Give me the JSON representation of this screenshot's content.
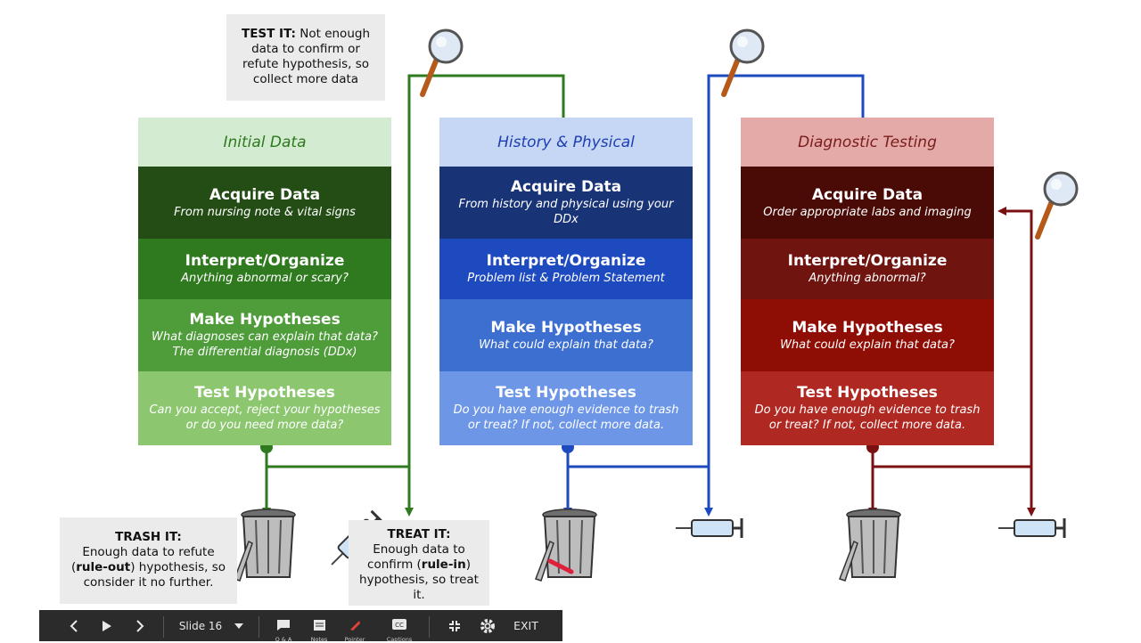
{
  "columns": [
    {
      "title": "Initial Data",
      "blocks": [
        {
          "heading": "Acquire Data",
          "sub": "From nursing note & vital signs"
        },
        {
          "heading": "Interpret/Organize",
          "sub": "Anything abnormal or scary?"
        },
        {
          "heading": "Make Hypotheses",
          "sub": "What diagnoses can  explain that data? The differential diagnosis (DDx)"
        },
        {
          "heading": "Test Hypotheses",
          "sub": "Can you accept, reject your hypotheses or do you need more data?"
        }
      ]
    },
    {
      "title": "History & Physical",
      "blocks": [
        {
          "heading": "Acquire Data",
          "sub": "From history and physical using your DDx"
        },
        {
          "heading": "Interpret/Organize",
          "sub": "Problem list & Problem Statement"
        },
        {
          "heading": "Make Hypotheses",
          "sub": "What could explain that data?"
        },
        {
          "heading": "Test Hypotheses",
          "sub": "Do you have enough evidence to trash or treat? If not, collect more data."
        }
      ]
    },
    {
      "title": "Diagnostic Testing",
      "blocks": [
        {
          "heading": "Acquire Data",
          "sub": "Order appropriate labs and imaging"
        },
        {
          "heading": "Interpret/Organize",
          "sub": "Anything abnormal?"
        },
        {
          "heading": "Make Hypotheses",
          "sub": "What could explain that data?"
        },
        {
          "heading": "Test Hypotheses",
          "sub": "Do you have enough evidence to trash or treat? If not, collect more data."
        }
      ]
    }
  ],
  "notes": {
    "test_label": "TEST IT:",
    "test_text": "Not enough data to confirm or refute hypothesis, so collect more data",
    "trash_label": "TRASH IT:",
    "trash_text_1": "Enough data to refute (",
    "trash_bold": "rule-out",
    "trash_text_2": ") hypothesis, so consider it no further.",
    "treat_label": "TREAT IT:",
    "treat_text_1": "Enough data to confirm (",
    "treat_bold": "rule-in",
    "treat_text_2": ") hypothesis, so treat it."
  },
  "toolbar": {
    "slide_label": "Slide 16",
    "qa_label": "Q & A",
    "notes_label": "Notes",
    "pointer_label": "Pointer",
    "captions_label": "Captions",
    "exit_label": "EXIT"
  },
  "colors": {
    "green": "#2f7a1f",
    "blue": "#1e4ac0",
    "red": "#7a1010"
  },
  "icons": [
    "magnifier-icon",
    "trash-can-icon",
    "syringe-icon",
    "chevron-left-icon",
    "play-icon",
    "chevron-right-icon",
    "caret-down-icon",
    "chat-icon",
    "notes-icon",
    "pointer-icon",
    "captions-icon",
    "exit-fullscreen-icon",
    "gear-icon"
  ]
}
